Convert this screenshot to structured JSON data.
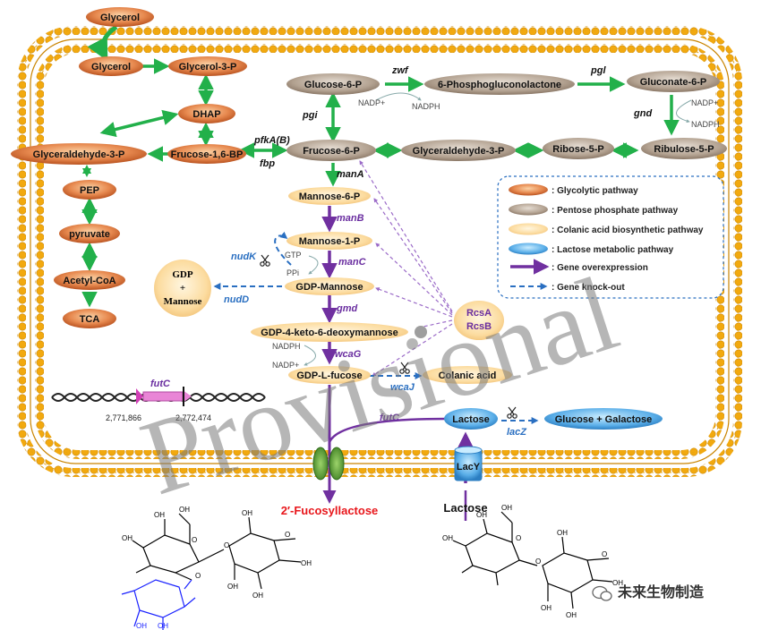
{
  "nodes": {
    "glycerol_top": "Glycerol",
    "glycerol": "Glycerol",
    "glycerol_3p": "Glycerol-3-P",
    "dhap": "DHAP",
    "glyceraldehyde_3p_left": "Glyceraldehyde-3-P",
    "frucose_16bp": "Frucose-1,6-BP",
    "pep": "PEP",
    "pyruvate": "pyruvate",
    "acetyl_coa": "Acetyl-CoA",
    "tca": "TCA",
    "glucose_6p": "Glucose-6-P",
    "phosphogluconolactone": "6-Phosphogluconolactone",
    "gluconate_6p": "Gluconate-6-P",
    "frucose_6p": "Frucose-6-P",
    "glyceraldehyde_3p_mid": "Glyceraldehyde-3-P",
    "ribose_5p": "Ribose-5-P",
    "ribulose_5p": "Ribulose-5-P",
    "mannose_6p": "Mannose-6-P",
    "mannose_1p": "Mannose-1-P",
    "gdp_mannose": "GDP-Mannose",
    "gdp_keto": "GDP-4-keto-6-deoxymannose",
    "gdp_fucose": "GDP-L-fucose",
    "colanic_acid": "Colanic acid",
    "gdp_mannose_box_1": "GDP",
    "gdp_mannose_box_2": "+",
    "gdp_mannose_box_3": "Mannose",
    "rcsa": "RcsA",
    "rcsb": "RcsB",
    "lactose_in": "Lactose",
    "glucose_galactose": "Glucose + Galactose",
    "lacy": "LacY",
    "lactose_out": "Lactose",
    "product": "2′-Fucosyllactose"
  },
  "enzymes": {
    "zwf": "zwf",
    "pgl": "pgl",
    "gnd": "gnd",
    "pgi": "pgi",
    "pfka": "pfkA(B)",
    "fbp": "fbp",
    "mana": "manA",
    "manb": "manB",
    "manc": "manC",
    "gmd": "gmd",
    "wcag": "wcaG",
    "nudk": "nudK",
    "nudd": "nudD",
    "wcaj": "wcaJ",
    "futc_genome": "futC",
    "futc": "futC",
    "lacz": "lacZ"
  },
  "cofactors": {
    "nadp_zwf": "NADP+",
    "nadph_zwf": "NADPH",
    "nadp_gnd": "NADP+",
    "nadph_gnd": "NADPH",
    "gtp": "GTP",
    "ppi": "PPi",
    "nadph_wcag": "NADPH",
    "nadp_wcag": "NADP+"
  },
  "genome": {
    "coord_left": "2,771,866",
    "coord_right": "2,772,474"
  },
  "legend": [
    {
      "label": ": Glycolytic pathway",
      "swatch": "glycolytic"
    },
    {
      "label": ": Pentose phosphate pathway",
      "swatch": "pentose"
    },
    {
      "label": ": Colanic acid biosynthetic pathway",
      "swatch": "colanic"
    },
    {
      "label": ": Lactose metabolic pathway",
      "swatch": "lactose"
    },
    {
      "label": ": Gene overexpression",
      "swatch": "overexpression"
    },
    {
      "label": ": Gene knock-out",
      "swatch": "knockout"
    }
  ],
  "chem_labels": {
    "oh": "OH",
    "o": "O"
  },
  "watermark": "Provisional",
  "brand": "未来生物制造",
  "colors": {
    "glycolytic": "#d9703a",
    "pentose": "#a89682",
    "colanic": "#fbd99a",
    "lactose": "#5aaee8",
    "green_arrow": "#22b04a",
    "purple_arrow": "#7030a0",
    "blue_dash": "#2a6fc1",
    "membrane": "#f2a90f",
    "product_red": "#e8161b"
  }
}
